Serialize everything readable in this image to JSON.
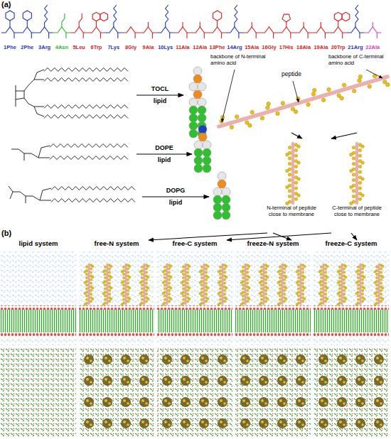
{
  "diagram": {
    "nodes": [
      {
        "text": [
          "peptide"
        ]
      },
      {
        "text": [
          "N-terminal of peptide close to membrane"
        ]
      },
      {
        "text": [
          "C-terminal of peptide close to membrane"
        ]
      },
      {
        "text": [
          "lipid system"
        ]
      },
      {
        "text": [
          "free-N system"
        ]
      },
      {
        "text": [
          "free-C system"
        ]
      },
      {
        "text": [
          "freeze-N system"
        ]
      },
      {
        "text": [
          "freeze-C system"
        ]
      }
    ],
    "edges": [
      {
        "from": 0,
        "to": 1,
        "arrow": "to"
      },
      {
        "from": 0,
        "to": 2,
        "arrow": "to"
      },
      {
        "from": 1,
        "to": 4,
        "arrow": "to"
      },
      {
        "from": 1,
        "to": 6,
        "arrow": "to"
      },
      {
        "from": 2,
        "to": 5,
        "arrow": "to"
      },
      {
        "from": 2,
        "to": 7,
        "arrow": "to"
      }
    ],
    "labels": [
      "(a)",
      "1Phe",
      "2Phe",
      "3Arg",
      "4Asn",
      "5Leu",
      "6Trp",
      "7Lys",
      "8Gly",
      "9Ala",
      "10Lys",
      "11Ala",
      "12Ala",
      "13Phe",
      "14Arg",
      "15Ala",
      "16Gly",
      "17His",
      "18Ala",
      "19Ala",
      "20Trp",
      "21Arg",
      "22Ala",
      "TOCL",
      "lipid",
      "DOPE",
      "lipid",
      "DOPG",
      "lipid",
      "backbone of N-terminal amino acid",
      "backbone of C-terminal amino acid",
      "(b)"
    ]
  }
}
